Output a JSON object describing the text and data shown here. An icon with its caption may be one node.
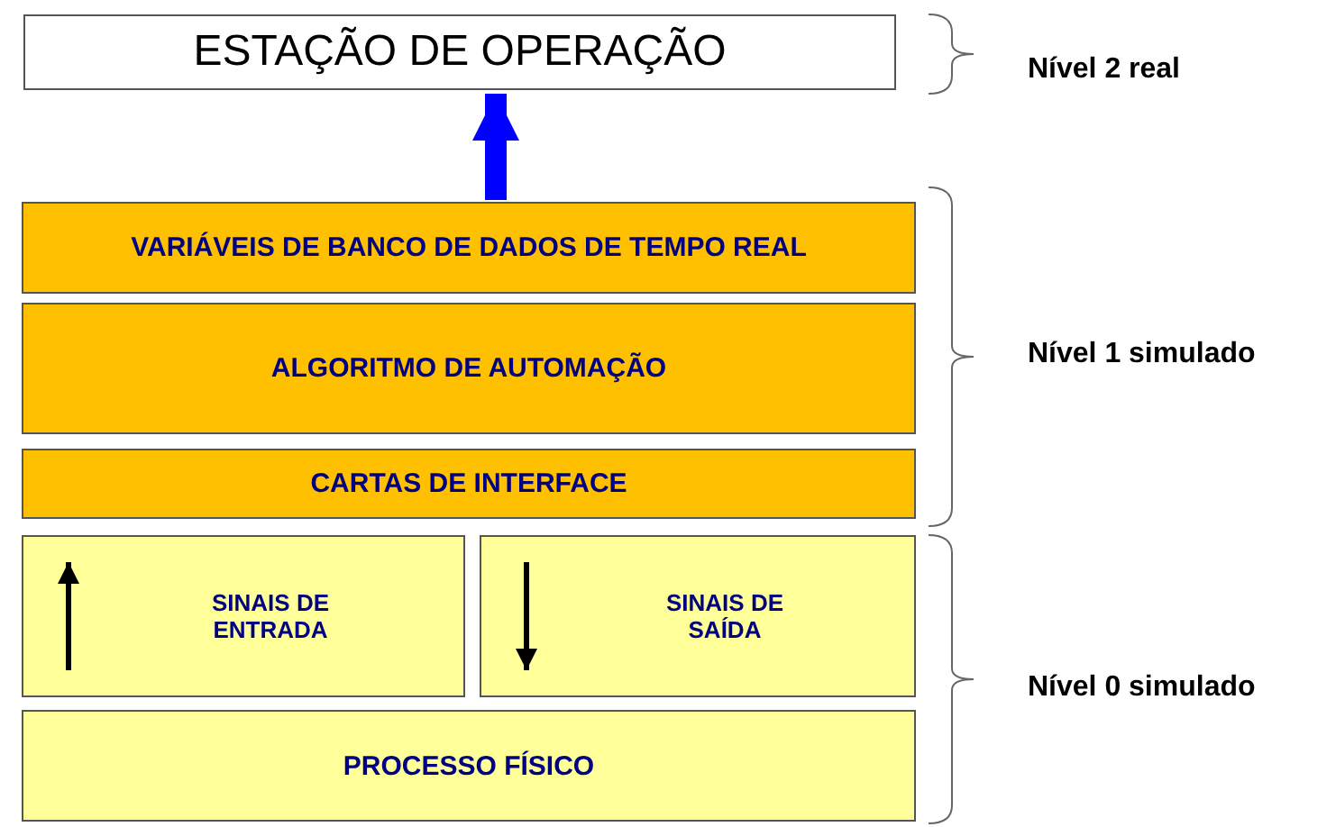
{
  "diagram": {
    "nodes": [
      {
        "text": [
          "ESTAÇÃO DE OPERAÇÃO"
        ]
      },
      {
        "text": [
          "VARIÁVEIS DE BANCO DE DADOS DE TEMPO REAL"
        ]
      },
      {
        "text": [
          "ALGORITMO DE AUTOMAÇÃO"
        ]
      },
      {
        "text": [
          "CARTAS DE INTERFACE"
        ]
      },
      {
        "text": [
          "SINAIS DE ENTRADA"
        ]
      },
      {
        "text": [
          "SINAIS DE SAÍDA"
        ]
      },
      {
        "text": [
          "PROCESSO FÍSICO"
        ]
      }
    ],
    "edges": [
      {
        "from": 1,
        "to": 0,
        "arrow": "to"
      }
    ],
    "labels": [
      "Nível 2 real",
      "Nível 1 simulado",
      "Nível 0 simulado"
    ]
  }
}
